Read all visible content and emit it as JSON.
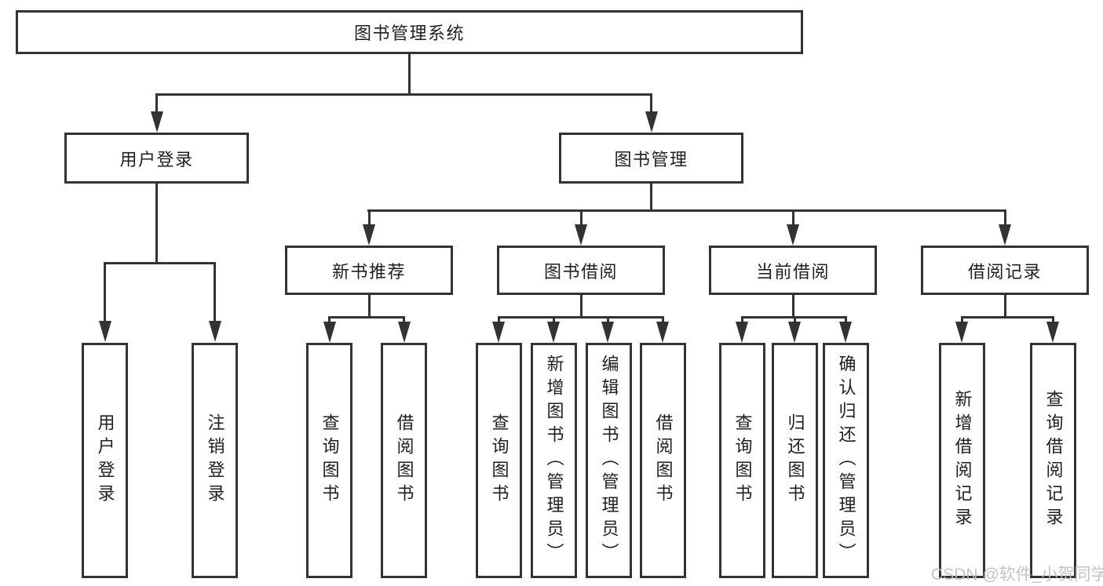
{
  "diagram": {
    "root": {
      "label": "图书管理系统"
    },
    "branches": [
      {
        "label": "用户登录",
        "children": [
          {
            "label": "用户登录"
          },
          {
            "label": "注销登录"
          }
        ]
      },
      {
        "label": "图书管理",
        "children": [
          {
            "label": "新书推荐",
            "children": [
              {
                "label": "查询图书"
              },
              {
                "label": "借阅图书"
              }
            ]
          },
          {
            "label": "图书借阅",
            "children": [
              {
                "label": "查询图书"
              },
              {
                "label": "新增图书（管理员）"
              },
              {
                "label": "编辑图书（管理员）"
              },
              {
                "label": "借阅图书"
              }
            ]
          },
          {
            "label": "当前借阅",
            "children": [
              {
                "label": "查询图书"
              },
              {
                "label": "归还图书"
              },
              {
                "label": "确认归还（管理员）"
              }
            ]
          },
          {
            "label": "借阅记录",
            "children": [
              {
                "label": "新增借阅记录"
              },
              {
                "label": "查询借阅记录"
              }
            ]
          }
        ]
      }
    ],
    "watermark": "CSDN @软件_小贺同学",
    "colors": {
      "line": "#333333",
      "text": "#1f1f1f",
      "background": "#ffffff",
      "watermark": "#bdbdbd"
    }
  }
}
